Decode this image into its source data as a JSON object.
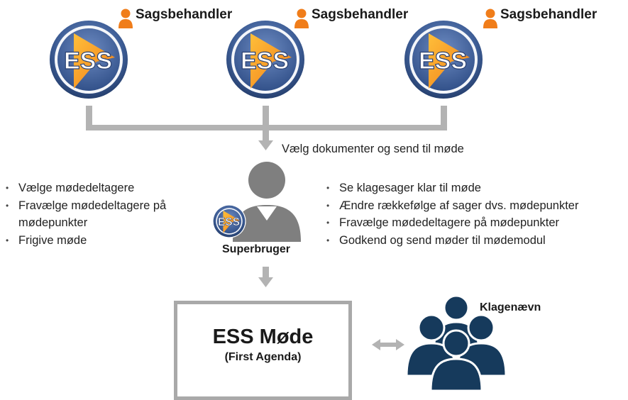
{
  "caseworkers": [
    {
      "role_label": "Sagsbehandler",
      "logo_text": "ESS"
    },
    {
      "role_label": "Sagsbehandler",
      "logo_text": "ESS"
    },
    {
      "role_label": "Sagsbehandler",
      "logo_text": "ESS"
    }
  ],
  "flow_step_label": "Vælg dokumenter og send til møde",
  "superuser": {
    "label": "Superbruger",
    "logo_text": "ESS",
    "left_bullets": [
      "Vælge mødedeltagere",
      "Fravælge mødedeltagere på",
      "mødepunkter",
      "Frigive møde"
    ],
    "right_bullets": [
      "Se klagesager klar til møde",
      "Ændre rækkefølge af sager dvs. mødepunkter",
      "Fravælge mødedeltagere på mødepunkter",
      "Godkend og send møder til mødemodul"
    ]
  },
  "system": {
    "title": "ESS Møde",
    "subtitle": "(First Agenda)"
  },
  "board": {
    "label": "Klagenævn"
  },
  "colors": {
    "accent_orange": "#f07d1a",
    "logo_blue": "#3a5a94",
    "connector_grey": "#b3b3b3",
    "superuser_grey": "#7f7f7f",
    "board_navy": "#163a5c"
  }
}
